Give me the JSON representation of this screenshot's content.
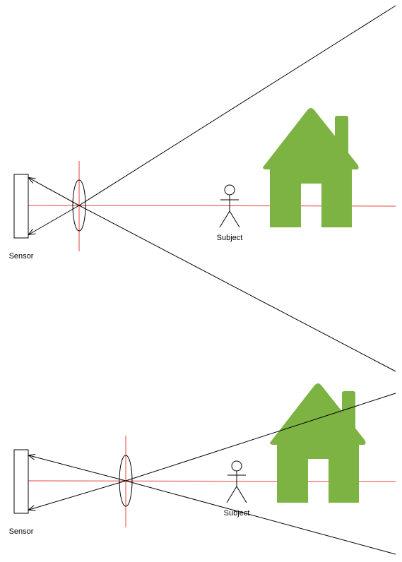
{
  "diagrams": [
    {
      "sensor_label": "Sensor",
      "subject_label": "Subject"
    },
    {
      "sensor_label": "Sensor",
      "subject_label": "Subject"
    }
  ],
  "colors": {
    "optical_axis": "#e8413c",
    "house": "#7cb342",
    "rays": "#000000"
  },
  "icons": [
    "sensor-icon",
    "lens-icon",
    "stick-figure-icon",
    "house-icon"
  ]
}
